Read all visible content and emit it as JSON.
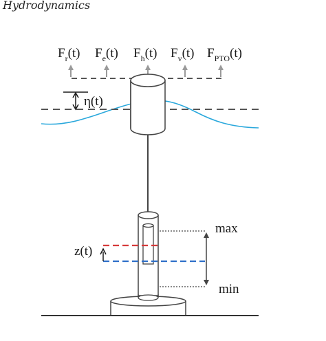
{
  "caption": "Hydrodynamics",
  "forces": [
    {
      "main": "F",
      "sub": "r",
      "tail": "(t)"
    },
    {
      "main": "F",
      "sub": "e",
      "tail": "(t)"
    },
    {
      "main": "F",
      "sub": "h",
      "tail": "(t)"
    },
    {
      "main": "F",
      "sub": "v",
      "tail": "(t)"
    },
    {
      "main": "F",
      "sub": "PTO",
      "tail": "(t)"
    }
  ],
  "wave_elevation_label": "η(t)",
  "displacement_label": "z(t)",
  "stroke_max_label": "max",
  "stroke_min_label": "min",
  "colors": {
    "wave": "#2aa8dc",
    "reference_line": "#555555",
    "arrow": "#9a9a9a",
    "displacement_red": "#d63a3a",
    "displacement_blue": "#2f6fc9",
    "body_stroke": "#444444",
    "body_fill": "#ffffff",
    "seabed": "#333333"
  }
}
